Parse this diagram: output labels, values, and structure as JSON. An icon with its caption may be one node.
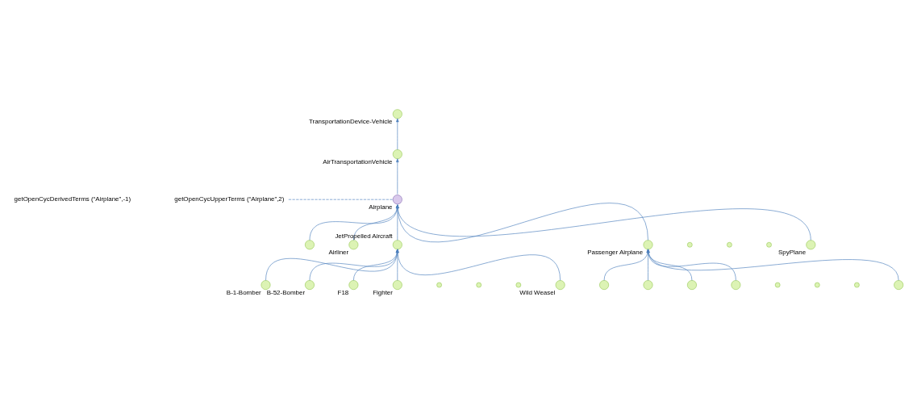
{
  "diagram": {
    "nodes": [
      {
        "text": [
          "TransportationDevice-Vehicle"
        ]
      },
      {
        "text": [
          "AirTransportationVehicle"
        ]
      },
      {
        "text": [
          "Airplane"
        ]
      },
      {
        "text": [],
        "shape": "circle"
      },
      {
        "text": [
          "Airliner"
        ]
      },
      {
        "text": [
          "JetPropelled Aircraft"
        ]
      },
      {
        "text": [
          "Passenger Airplane"
        ]
      },
      {
        "text": [],
        "shape": "circle"
      },
      {
        "text": [],
        "shape": "circle"
      },
      {
        "text": [],
        "shape": "circle"
      },
      {
        "text": [
          "SpyPlane"
        ]
      },
      {
        "text": [
          "B-1-Bomber"
        ]
      },
      {
        "text": [
          "B-52-Bomber"
        ]
      },
      {
        "text": [
          "F18"
        ]
      },
      {
        "text": [
          "Fighter"
        ]
      },
      {
        "text": [],
        "shape": "circle"
      },
      {
        "text": [],
        "shape": "circle"
      },
      {
        "text": [],
        "shape": "circle"
      },
      {
        "text": [
          "Wild Weasel"
        ]
      },
      {
        "text": [],
        "shape": "circle"
      },
      {
        "text": [],
        "shape": "circle"
      },
      {
        "text": [],
        "shape": "circle"
      },
      {
        "text": [],
        "shape": "circle"
      },
      {
        "text": [],
        "shape": "circle"
      },
      {
        "text": [],
        "shape": "circle"
      },
      {
        "text": [],
        "shape": "circle"
      },
      {
        "text": [],
        "shape": "circle"
      }
    ],
    "edges": [
      {
        "from": 1,
        "to": 0,
        "arrow": "to"
      },
      {
        "from": 2,
        "to": 1,
        "arrow": "to"
      },
      {
        "from": 3,
        "to": 2,
        "arrow": "to"
      },
      {
        "from": 4,
        "to": 2,
        "arrow": "to"
      },
      {
        "from": 5,
        "to": 2,
        "arrow": "to"
      },
      {
        "from": 6,
        "to": 2,
        "arrow": "to"
      },
      {
        "from": 10,
        "to": 2,
        "arrow": "to"
      },
      {
        "from": 11,
        "to": 5,
        "arrow": "to"
      },
      {
        "from": 12,
        "to": 5,
        "arrow": "to"
      },
      {
        "from": 13,
        "to": 5,
        "arrow": "to"
      },
      {
        "from": 14,
        "to": 5,
        "arrow": "to"
      },
      {
        "from": 18,
        "to": 5,
        "arrow": "to"
      },
      {
        "from": 19,
        "to": 6,
        "arrow": "to"
      },
      {
        "from": 20,
        "to": 6,
        "arrow": "to"
      },
      {
        "from": 21,
        "to": 6,
        "arrow": "to"
      },
      {
        "from": 22,
        "to": 6,
        "arrow": "to"
      },
      {
        "from": 26,
        "to": 6,
        "arrow": "to"
      }
    ],
    "labels": [
      "getOpenCycUpperTerms (“Airplane”,2)",
      "getOpenCycDerivedTerms (“Airplane”,-1)"
    ]
  }
}
